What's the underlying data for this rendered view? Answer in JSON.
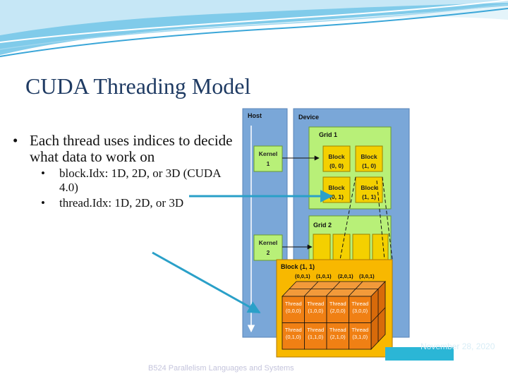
{
  "slide": {
    "title": "CUDA Threading Model",
    "bullets": [
      {
        "text": "Each thread uses indices to decide what data to work on",
        "sub": [
          "block.Idx: 1D, 2D, or 3D (CUDA 4.0)",
          "thread.Idx: 1D, 2D, or 3D"
        ]
      }
    ],
    "footer": {
      "date": "November 28, 2020",
      "course": "B524 Parallelism Languages and Systems"
    }
  },
  "diagram": {
    "host_label": "Host",
    "device_label": "Device",
    "kernel1": [
      "Kernel",
      "1"
    ],
    "kernel2": [
      "Kernel",
      "2"
    ],
    "grid1_label": "Grid 1",
    "grid2_label": "Grid 2",
    "blocks": [
      [
        "Block",
        "(0, 0)"
      ],
      [
        "Block",
        "(1, 0)"
      ],
      [
        "Block",
        "(0, 1)"
      ],
      [
        "Block",
        "(1, 1)"
      ]
    ],
    "block_detail_label": "Block (1, 1)",
    "z_labels": [
      "(0,0,1)",
      "(1,0,1)",
      "(2,0,1)",
      "(3,0,1)"
    ],
    "thread_word": "Thread",
    "threads_row0": [
      "(0,0,0)",
      "(1,0,0)",
      "(2,0,0)",
      "(3,0,0)"
    ],
    "threads_row1": [
      "(0,1,0)",
      "(1,1,0)",
      "(2,1,0)",
      "(3,1,0)"
    ],
    "colors": {
      "host_device_bg": "#7aa7d8",
      "grid_green": "#b8f078",
      "block_yellow": "#f4d000",
      "thread_face": "#f08014",
      "thread_text": "#ffffff",
      "cube_bg": "#f8b800",
      "arrow_teal": "#2aa0c8"
    }
  }
}
